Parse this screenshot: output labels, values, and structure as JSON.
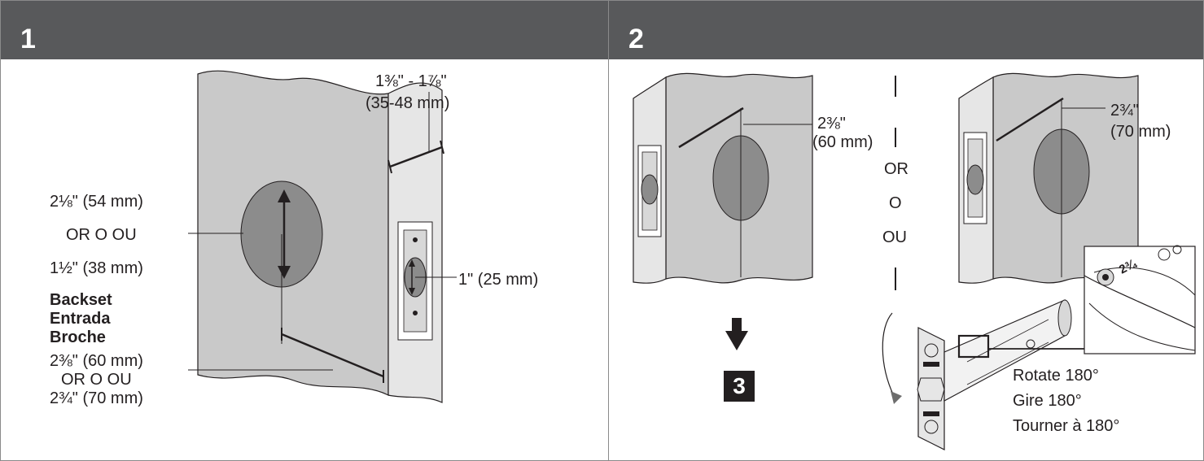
{
  "panels": [
    {
      "step": "1",
      "labels": {
        "thickness": "1⅜\" - 1⅞\"",
        "thickness_mm": "(35-48 mm)",
        "hole_a": "2⅛\" (54 mm)",
        "or_a": "OR  O  OU",
        "hole_b": "1½\" (38 mm)",
        "edge_bore": "1\" (25 mm)",
        "backset_en": "Backset",
        "backset_es": "Entrada",
        "backset_fr": "Broche",
        "backset_a": "2⅜\" (60 mm)",
        "or_b": "OR O OU",
        "backset_b": "2¾\" (70 mm)"
      }
    },
    {
      "step": "2",
      "labels": {
        "left_in": "2⅜\"",
        "left_mm": "(60 mm)",
        "right_in": "2¾\"",
        "right_mm": "(70 mm)",
        "or_en": "OR",
        "or_es": "O",
        "or_fr": "OU",
        "next_step": "3",
        "rotate_en": "Rotate 180°",
        "rotate_es": "Gire 180°",
        "rotate_fr": "Tourner à 180°",
        "latch_marking": "2¾"
      }
    }
  ],
  "colors": {
    "header": "#58595b",
    "door": "#c9c9c9",
    "edge": "#e6e6e6",
    "hole": "#8c8c8c",
    "line": "#231f20"
  }
}
